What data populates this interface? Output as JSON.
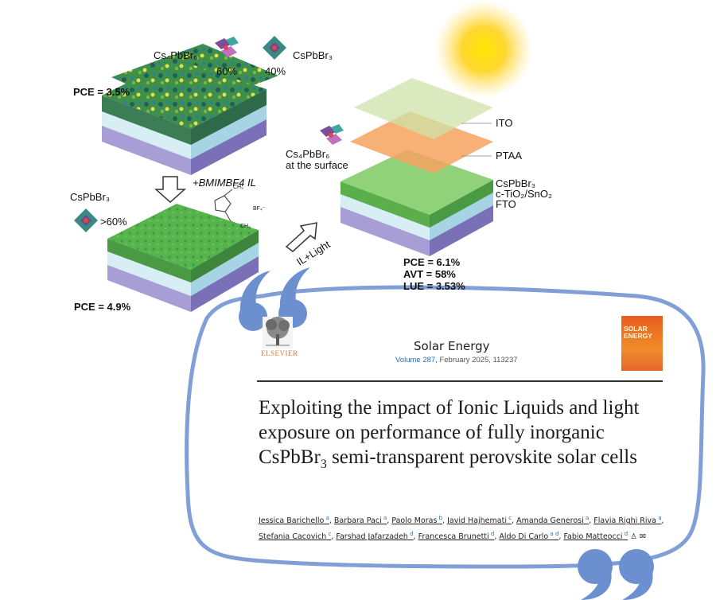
{
  "figure": {
    "label_cs4pbbr6": "Cs₄PbBr₆",
    "label_cspbbr3_top": "CsPbBr₃",
    "pct_60": "60%",
    "pct_40": "40%",
    "pce_top": "PCE = 3.5%",
    "step_label": "+BMIMBF4 IL",
    "label_cspbbr3_left": "CsPbBr₃",
    "gt60": ">60%",
    "pce_bottom": "PCE = 4.9%",
    "arrow_label": "IL+Light",
    "surface_label_1": "Cs₄PbBr₆",
    "surface_label_2": "at the surface",
    "layer_ito": "ITO",
    "layer_ptaa": "PTAA",
    "layer_cspbbr3": "CsPbBr₃",
    "layer_tio2": "c-TiO₂/SnO₂",
    "layer_fto": "FTO",
    "pce_right": "PCE = 6.1%",
    "avt": "AVT = 58%",
    "lue": "LUE = 3.53%",
    "molecule_anion": "BF₄⁻",
    "molecule_ch3_top": "CH₃",
    "molecule_ch3_bottom": "CH₃"
  },
  "paper": {
    "publisher": "ELSEVIER",
    "journal": "Solar Energy",
    "volume_link": "Volume 287",
    "volume_rest": ", February 2025, 113237",
    "cover_title": "SOLAR ENERGY",
    "title_part1": "Exploiting the impact of Ionic Liquids and light exposure on performance of fully inorganic CsPbBr",
    "title_sub": "3",
    "title_part2": " semi-transparent perovskite solar cells",
    "authors": [
      {
        "name": "Jessica Barichello",
        "aff": "a"
      },
      {
        "name": "Barbara Paci",
        "aff": "a"
      },
      {
        "name": "Paolo Moras",
        "aff": "b"
      },
      {
        "name": "Javid Hajhemati",
        "aff": "c"
      },
      {
        "name": "Amanda Generosi",
        "aff": "a"
      },
      {
        "name": "Flavia Righi Riva",
        "aff": "a"
      },
      {
        "name": "Stefania Cacovich",
        "aff": "c"
      },
      {
        "name": "Farshad Jafarzadeh",
        "aff": "d"
      },
      {
        "name": "Francesca Brunetti",
        "aff": "d"
      },
      {
        "name": "Aldo Di Carlo",
        "aff": "a d"
      },
      {
        "name": "Fabio Matteocci",
        "aff": "d"
      }
    ]
  },
  "colors": {
    "frame_blue": "#7f9fd6",
    "quote_blue": "#6c8fcf",
    "film_green": "#5cb84a",
    "layer_purple": "#8f86c8",
    "layer_lightblue": "#bfe3ef",
    "ptaa_orange": "#f5a15e",
    "ito_green": "#cfe3a8"
  }
}
